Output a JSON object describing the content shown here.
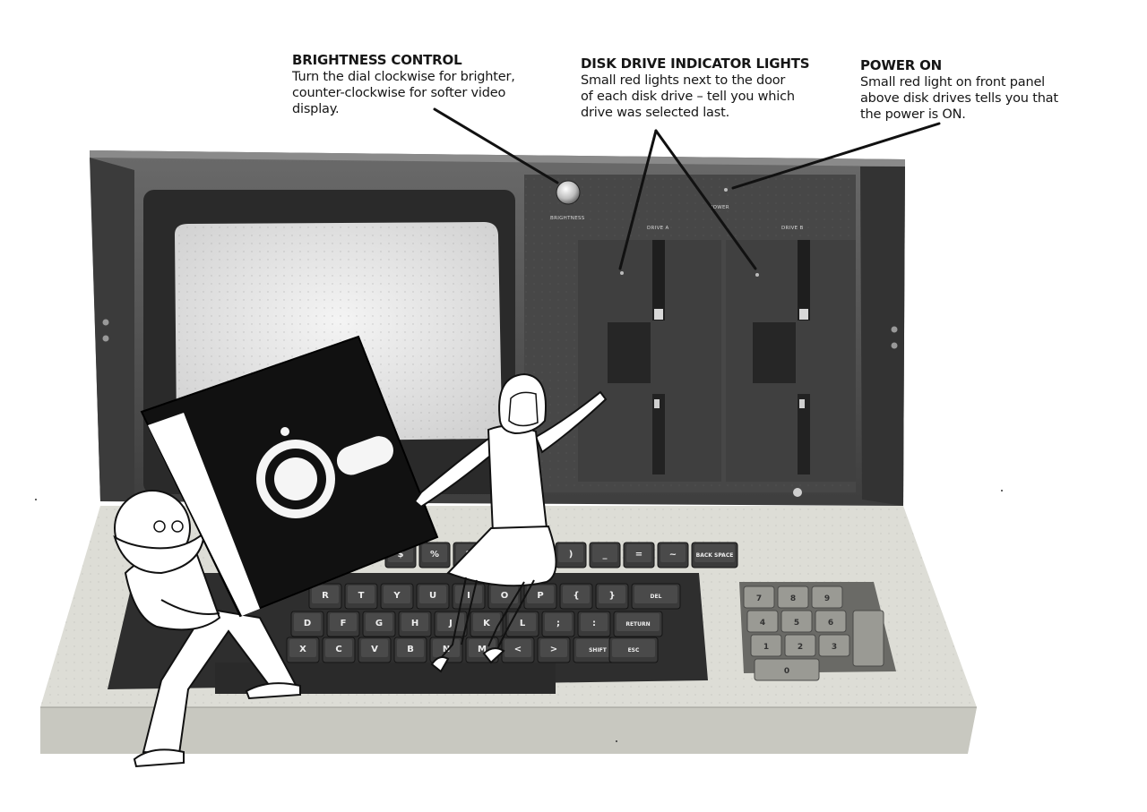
{
  "callouts": {
    "brightness": {
      "title": "BRIGHTNESS CONTROL",
      "body": "Turn the dial clockwise for brighter,\ncounter-clockwise for softer video\ndisplay."
    },
    "disk_lights": {
      "title": "DISK DRIVE INDICATOR LIGHTS",
      "body": "Small red lights next to the door\nof each disk drive – tell you which\ndrive was selected last."
    },
    "power": {
      "title": "POWER ON",
      "body": "Small red light on front panel\nabove disk drives tells you that\nthe power is ON."
    }
  },
  "panel": {
    "brightness_label": "BRIGHTNESS",
    "power_label": "POWER",
    "drive_a_label": "DRIVE A",
    "drive_b_label": "DRIVE B"
  },
  "keys": {
    "row_top": [
      "$",
      "%",
      "&",
      "'",
      "(",
      ")",
      "_",
      "=",
      "~",
      "BACK SPACE"
    ],
    "row_q": [
      "R",
      "T",
      "Y",
      "U",
      "I",
      "O",
      "P",
      "{",
      "}",
      "DEL"
    ],
    "row_a": [
      "D",
      "F",
      "G",
      "H",
      "J",
      "K",
      "L",
      ";",
      ":",
      "RETURN"
    ],
    "row_z": [
      "X",
      "C",
      "V",
      "B",
      "N",
      "M",
      "<",
      ">",
      "SHIFT",
      "ESC"
    ],
    "numpad": [
      "7",
      "8",
      "9",
      "4",
      "5",
      "6",
      "1",
      "2",
      "3",
      "0"
    ]
  },
  "colors": {
    "cabinet": "#4f4f4f",
    "screen": "#e6e6e6",
    "keyboard_base": "#dcdcd6",
    "keys_dark": "#3a3a3a",
    "numpad": "#8d8d87"
  }
}
